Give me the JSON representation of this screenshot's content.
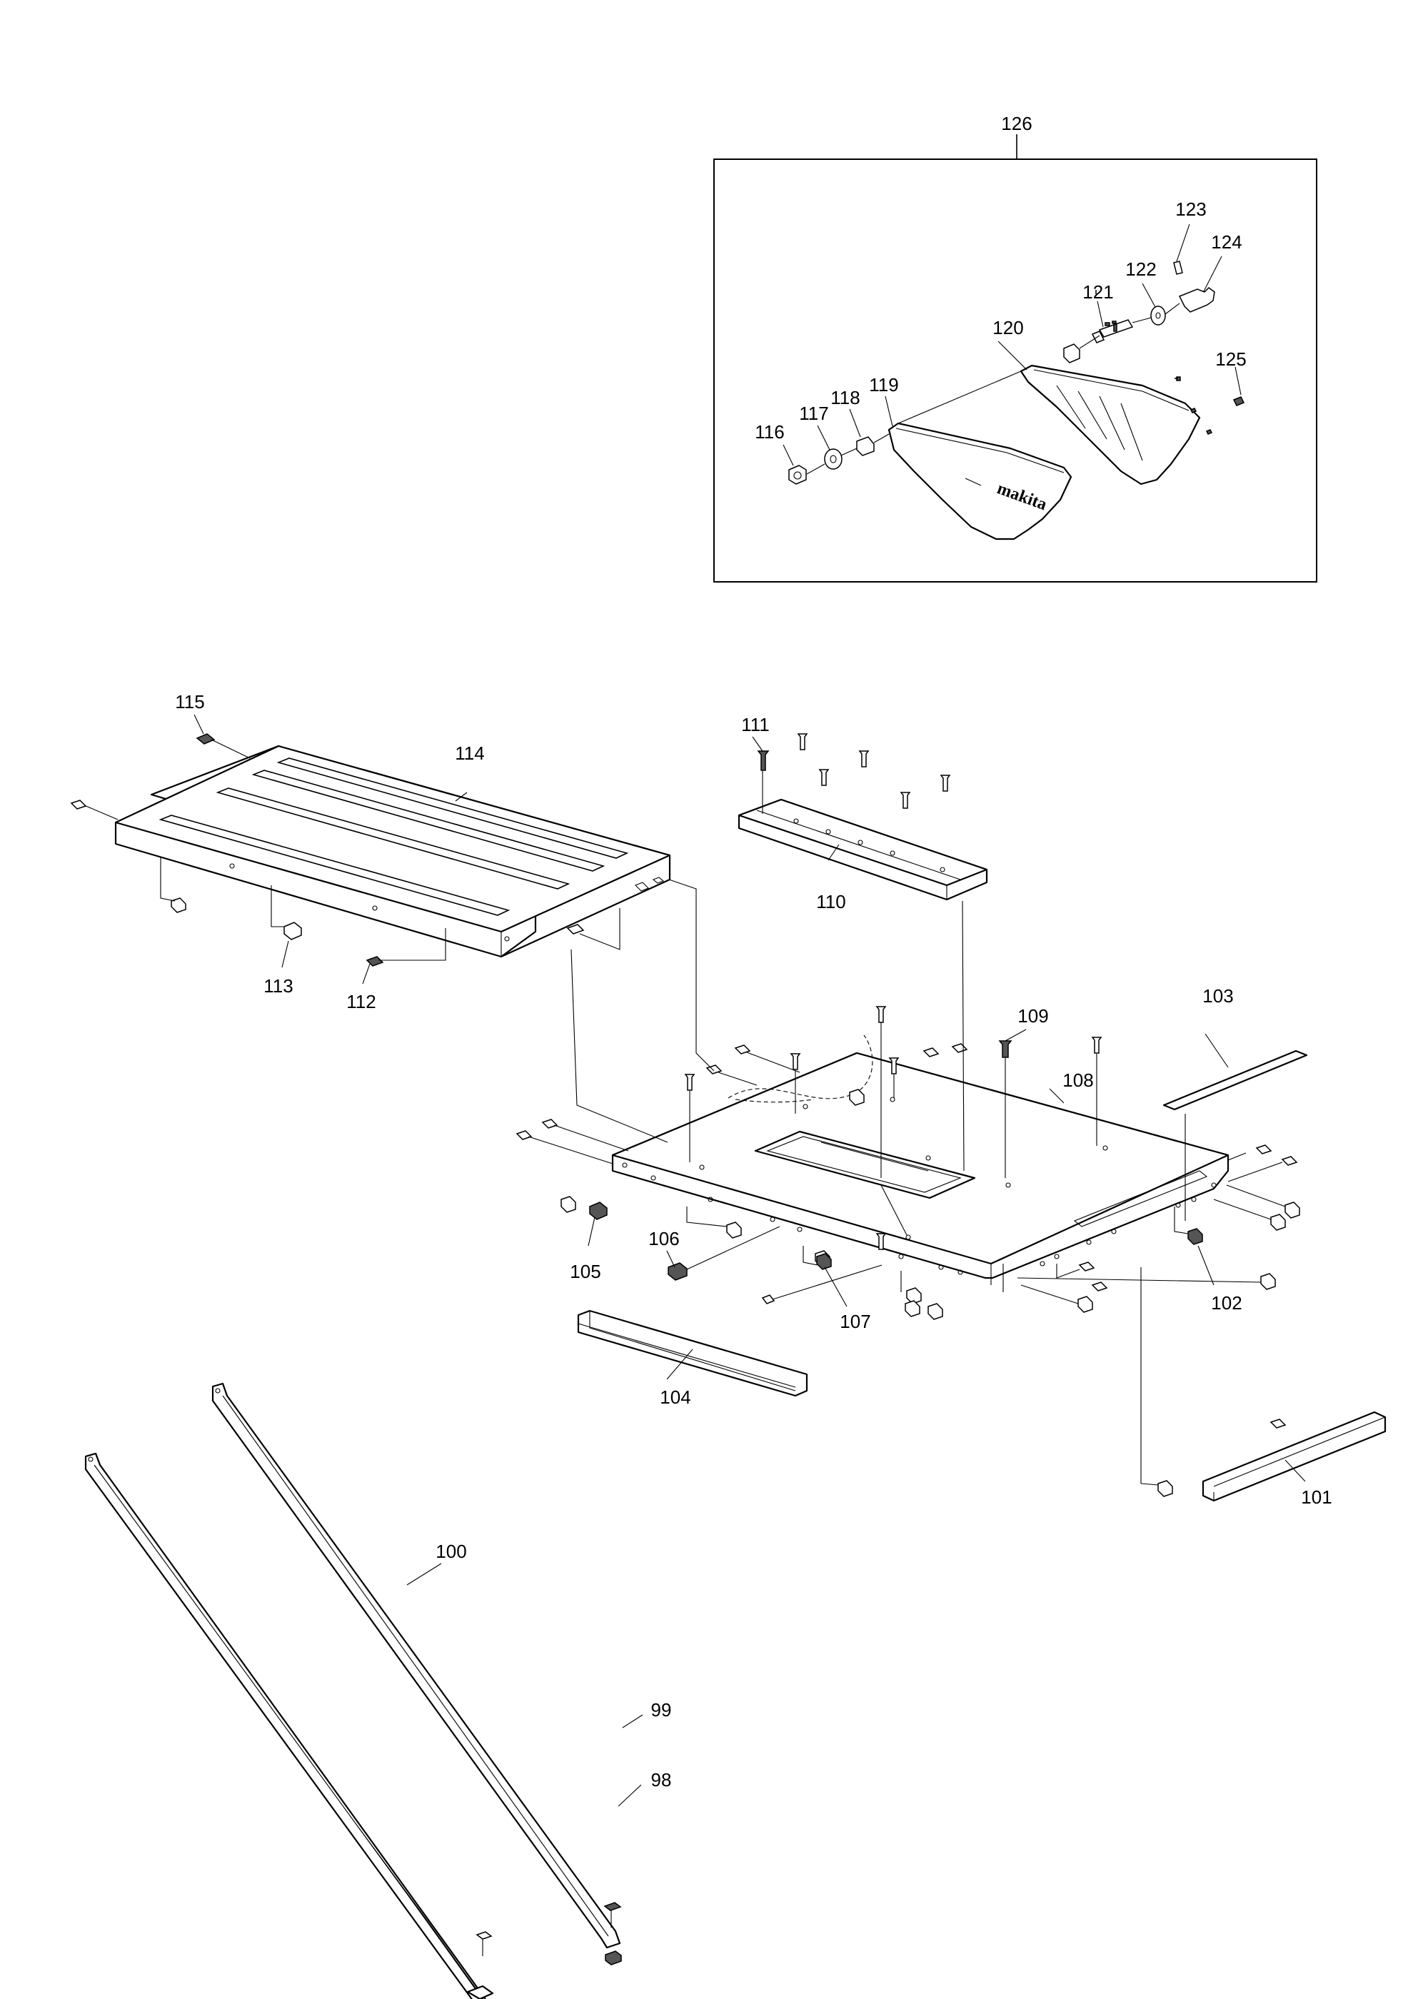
{
  "diagram": {
    "labels": {
      "p98": "98",
      "p99": "99",
      "p100": "100",
      "p101": "101",
      "p102": "102",
      "p103": "103",
      "p104": "104",
      "p105": "105",
      "p106": "106",
      "p107": "107",
      "p108": "108",
      "p109": "109",
      "p110": "110",
      "p111": "111",
      "p112": "112",
      "p113": "113",
      "p114": "114",
      "p115": "115",
      "p116": "116",
      "p117": "117",
      "p118": "118",
      "p119": "119",
      "p120": "120",
      "p121": "121",
      "p122": "122",
      "p123": "123",
      "p124": "124",
      "p125": "125",
      "p126": "126"
    },
    "guard_logo_text": "makita"
  }
}
